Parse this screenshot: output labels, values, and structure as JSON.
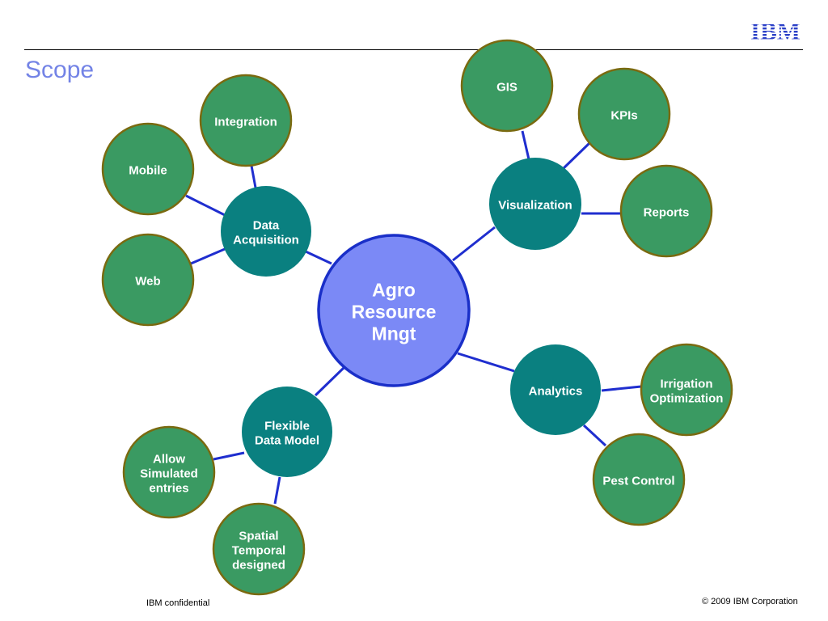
{
  "title": "Scope",
  "logo": {
    "text": "IBM",
    "color": "#2a3fc7"
  },
  "colors": {
    "title": "#7383e6",
    "leaf": "#3a9a62",
    "hub": "#0a8080",
    "center": "#7b89f6",
    "connector": "#1f2ecf"
  },
  "center": {
    "label": "Agro Resource Mngt"
  },
  "hubs": [
    {
      "id": "data",
      "label": "Data Acquisition",
      "children": [
        "Integration",
        "Mobile",
        "Web"
      ]
    },
    {
      "id": "visualization",
      "label": "Visualization",
      "children": [
        "GIS",
        "KPIs",
        "Reports"
      ]
    },
    {
      "id": "analytics",
      "label": "Analytics",
      "children": [
        "Irrigation Optimization",
        "Pest Control"
      ]
    },
    {
      "id": "flexible",
      "label": "Flexible Data Model",
      "children": [
        "Allow Simulated entries",
        "Spatial Temporal designed"
      ]
    }
  ],
  "footer": {
    "left": "IBM confidential",
    "right": "© 2009 IBM Corporation"
  }
}
